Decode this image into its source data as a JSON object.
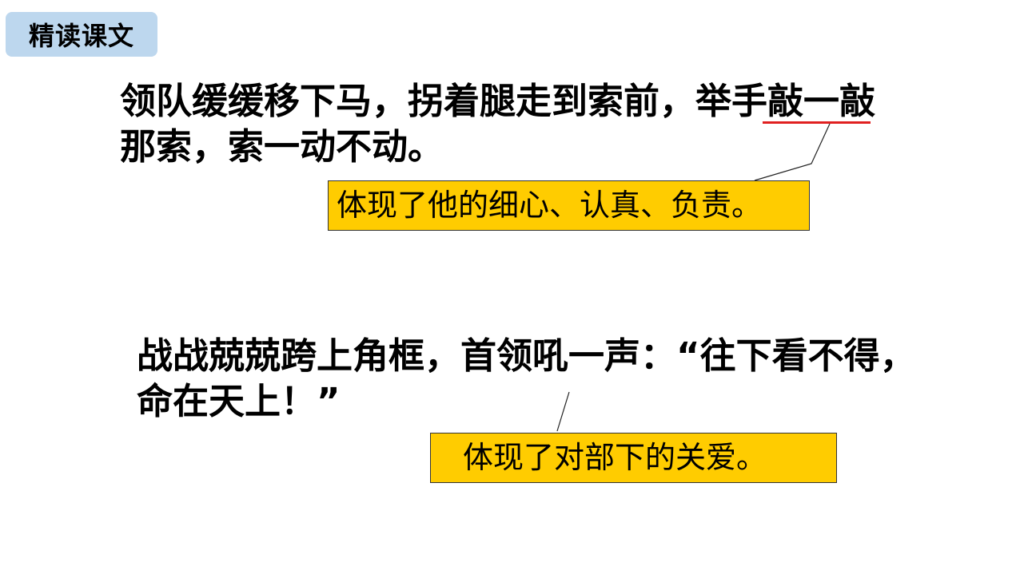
{
  "header": {
    "section_badge": "精读课文"
  },
  "passages": [
    {
      "line1_before": "领队缓缓移下马，拐着腿走到索前，举手",
      "line1_highlight": "敲一敲",
      "line2": "那索，索一动不动。",
      "annotation": "体现了他的细心、认真、负责。"
    },
    {
      "line1": "战战兢兢跨上角框，首领吼一声：“往下看不得，",
      "line2": "命在天上！”",
      "annotation": "体现了对部下的关爱。"
    }
  ],
  "colors": {
    "badge_background": "#bdd7ee",
    "annotation_background": "#ffcc00",
    "highlight_underline": "#e02020"
  }
}
